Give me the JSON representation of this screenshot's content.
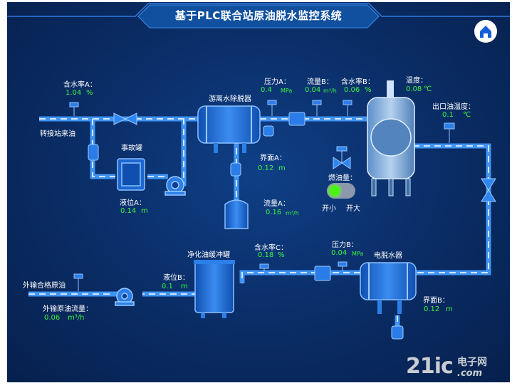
{
  "header": {
    "title": "基于PLC联合站原油脱水监控系统"
  },
  "labels": {
    "water_cut_a": "含水率A：",
    "transfer_incoming_oil": "转接站来油",
    "accident_tank": "事故罐",
    "level_a": "液位A：",
    "dehydrator": "游离水除脱器",
    "interface_a": "界面A：",
    "pressure_a": "压力A：",
    "flow_b": "流量B：",
    "water_cut_b": "含水率B：",
    "temperature": "温度：",
    "outlet_oil_temp": "出口油温度：",
    "fuel_amount": "燃油量：",
    "flow_a": "流量A：",
    "switch_small": "开小",
    "switch_large": "开大",
    "buffer_tank": "净化油缓冲罐",
    "water_cut_c": "含水率C：",
    "pressure_b": "压力B：",
    "electric_dehydrator": "电脱水器",
    "export_qualified_oil": "外输合格原油",
    "level_b": "液位B：",
    "export_oil_flow": "外输原油流量：",
    "interface_b": "界面B："
  },
  "values": {
    "water_cut_a": "1.04",
    "water_cut_a_unit": "%",
    "level_a": "0.14",
    "level_a_unit": "m",
    "pressure_a": "0.4",
    "pressure_a_unit": "MPa",
    "flow_b": "0.04",
    "flow_b_unit": "m³/h",
    "water_cut_b": "0.06",
    "water_cut_b_unit": "%",
    "temperature": "0.08",
    "temperature_unit": "℃",
    "outlet_oil_temp": "0.1",
    "outlet_oil_temp_unit": "℃",
    "interface_a": "0.12",
    "interface_a_unit": "m",
    "flow_a": "0.16",
    "flow_a_unit": "m³/h",
    "water_cut_c": "0.18",
    "water_cut_c_unit": "%",
    "pressure_b": "0.04",
    "pressure_b_unit": "MPa",
    "level_b": "0.1",
    "level_b_unit": "m",
    "export_oil_flow": "0.06",
    "export_oil_flow_unit": "m³/h",
    "interface_b": "0.12",
    "interface_b_unit": "m"
  },
  "controls": {
    "fuel_switch_on": true,
    "fuel_switch_color": "#4df11a"
  },
  "icons": {
    "home": "home-icon"
  },
  "colors": {
    "background": "#0b2f6a",
    "pipe": "#3f93f2",
    "pipe_dash": "#bfe0ff",
    "value_text": "#39f53f",
    "equipment": "#1f6fd6"
  },
  "watermark": {
    "big": "21ic",
    "cn": "电子网",
    "com": ".com"
  }
}
